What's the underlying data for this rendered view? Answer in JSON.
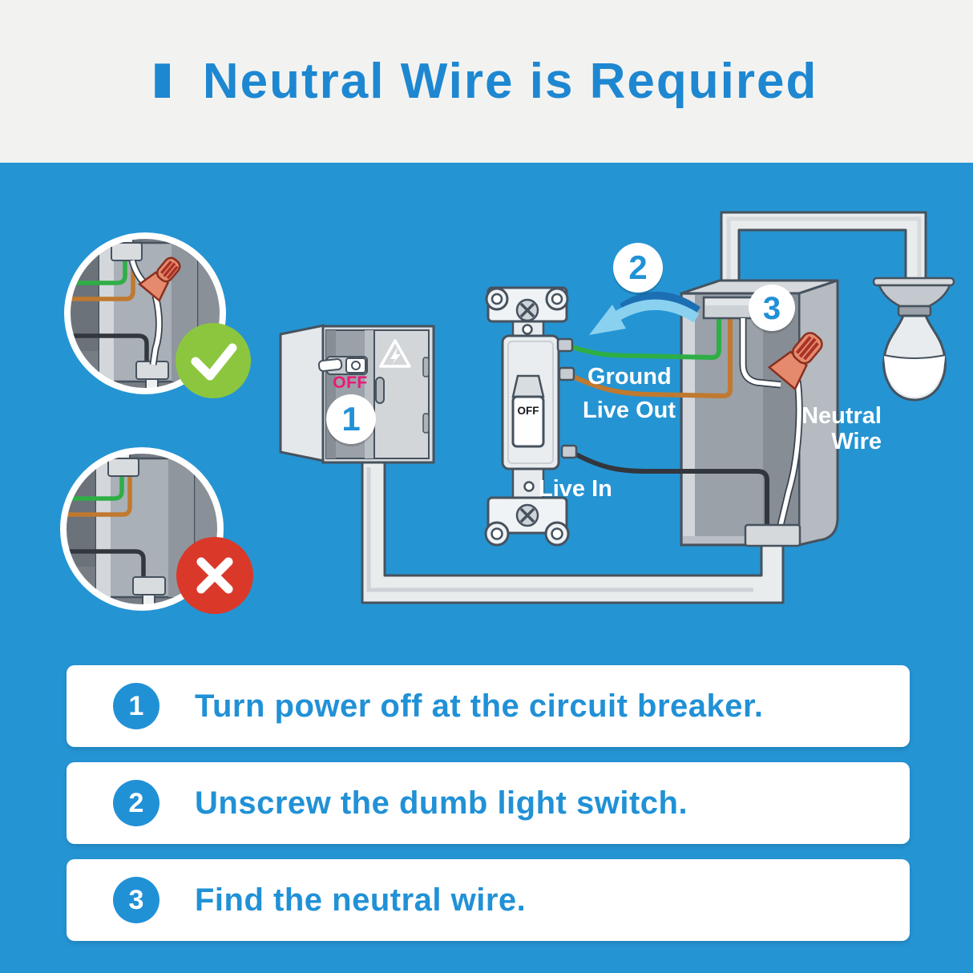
{
  "header": {
    "marker": "I",
    "title": "Neutral Wire is Required"
  },
  "diagram": {
    "badge_breaker": "1",
    "badge_switch": "2",
    "badge_box": "3",
    "breaker_off_label": "OFF",
    "switch_off_label": "OFF",
    "label_ground": "Ground",
    "label_live_out": "Live Out",
    "label_live_in": "Live In",
    "label_neutral_line1": "Neutral",
    "label_neutral_line2": "Wire"
  },
  "steps": [
    {
      "number": "1",
      "text": "Turn power off at the circuit breaker."
    },
    {
      "number": "2",
      "text": "Unscrew the dumb light switch."
    },
    {
      "number": "3",
      "text": "Find the neutral wire."
    }
  ],
  "colors": {
    "background_blue": "#2594d3",
    "header_bg": "#f2f3f1",
    "title_blue": "#1e87d1",
    "step_text_blue": "#2191d6",
    "success_green": "#8cc63e",
    "error_red": "#da392a",
    "breaker_off_magenta": "#ec1878",
    "wire_green": "#2fae46",
    "wire_orange": "#c0792f",
    "wire_black": "#32373d",
    "wire_white": "#ffffff",
    "wire_nut_orange": "#e58a6d",
    "arrow_light_blue": "#8ad1f0",
    "arrow_dark_blue": "#1c6fb3",
    "outline_slate": "#46525e"
  }
}
